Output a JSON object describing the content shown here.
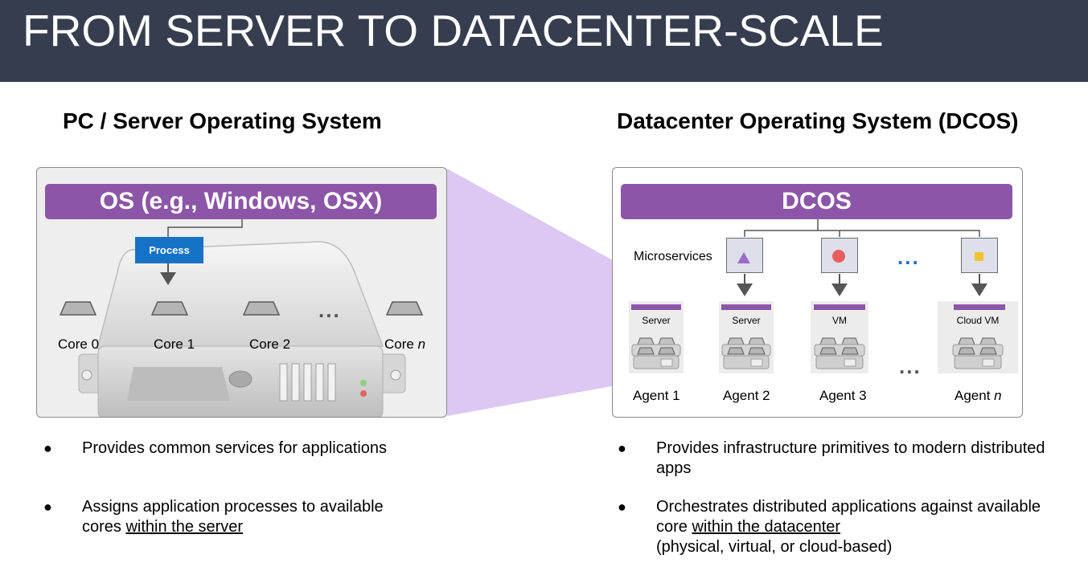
{
  "banner": {
    "title": "FROM SERVER TO DATACENTER-SCALE"
  },
  "left": {
    "title": "PC / Server Operating System",
    "os_bar": "OS (e.g., Windows, OSX)",
    "process": "Process",
    "cores": [
      {
        "prefix": "Core ",
        "suffix": "0"
      },
      {
        "prefix": "Core ",
        "suffix": "1"
      },
      {
        "prefix": "Core ",
        "suffix": "2"
      },
      {
        "prefix": "Core ",
        "suffix": "n"
      }
    ],
    "ellipsis": "...",
    "bullets": [
      {
        "text": "Provides common services for applications"
      },
      {
        "text_before": "Assigns application processes to available cores ",
        "underlined": "within the server"
      }
    ]
  },
  "right": {
    "title": "Datacenter Operating System (DCOS)",
    "dcos_bar": "DCOS",
    "microservices_label": "Microservices",
    "ellipsis_top": "...",
    "ellipsis_bottom": "...",
    "agents": [
      {
        "type": "Server",
        "prefix": "Agent ",
        "suffix": "1"
      },
      {
        "type": "Server",
        "prefix": "Agent ",
        "suffix": "2"
      },
      {
        "type": "VM",
        "prefix": "Agent ",
        "suffix": "3"
      },
      {
        "type": "Cloud VM",
        "prefix": "Agent ",
        "suffix": "n"
      }
    ],
    "bullets": [
      {
        "text": "Provides infrastructure primitives to modern distributed apps"
      },
      {
        "text_before": "Orchestrates distributed applications against available core ",
        "underlined": "within the datacenter",
        "line3": "(physical, virtual, or cloud-based)"
      }
    ]
  },
  "bullet_char": "●",
  "colors": {
    "banner": "#363d4f",
    "purple": "#8c56a8",
    "process_blue": "#1672c6",
    "zoom_lavender": "#dcc8f2"
  }
}
